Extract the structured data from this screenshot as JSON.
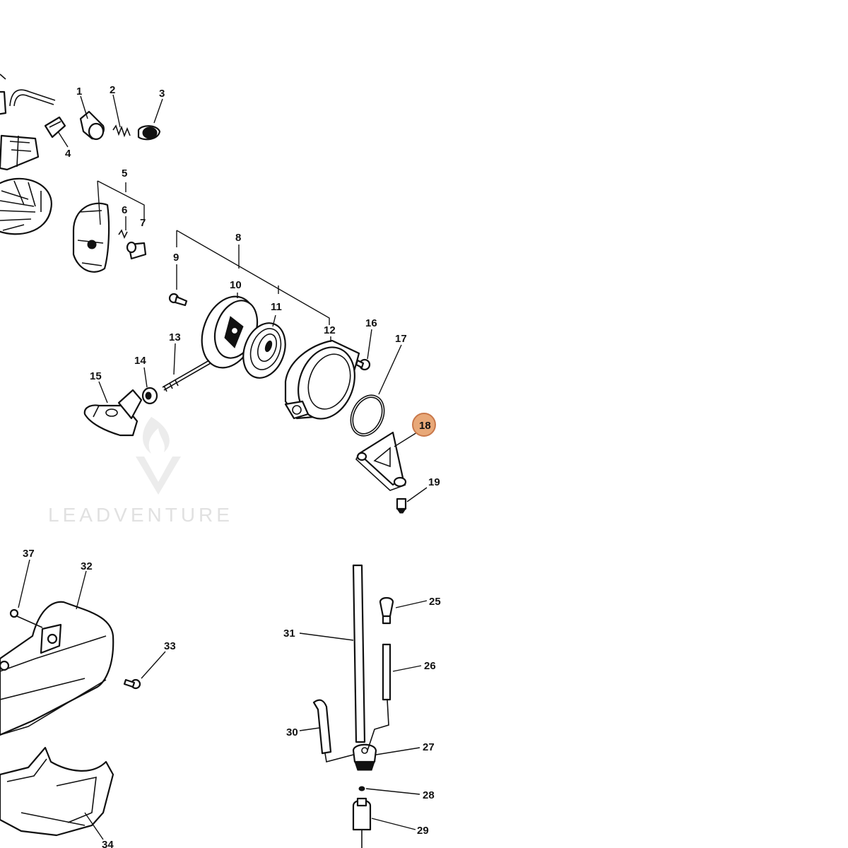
{
  "diagram": {
    "part_numbers": [
      "1",
      "2",
      "3",
      "4",
      "5",
      "6",
      "7",
      "8",
      "9",
      "10",
      "11",
      "12",
      "13",
      "14",
      "15",
      "16",
      "17",
      "18",
      "19",
      "25",
      "26",
      "27",
      "28",
      "29",
      "30",
      "31",
      "32",
      "33",
      "34",
      "37"
    ],
    "highlighted_part": "18",
    "highlight_color": "#e8a878",
    "watermark_text": "LEADVENTURE"
  }
}
